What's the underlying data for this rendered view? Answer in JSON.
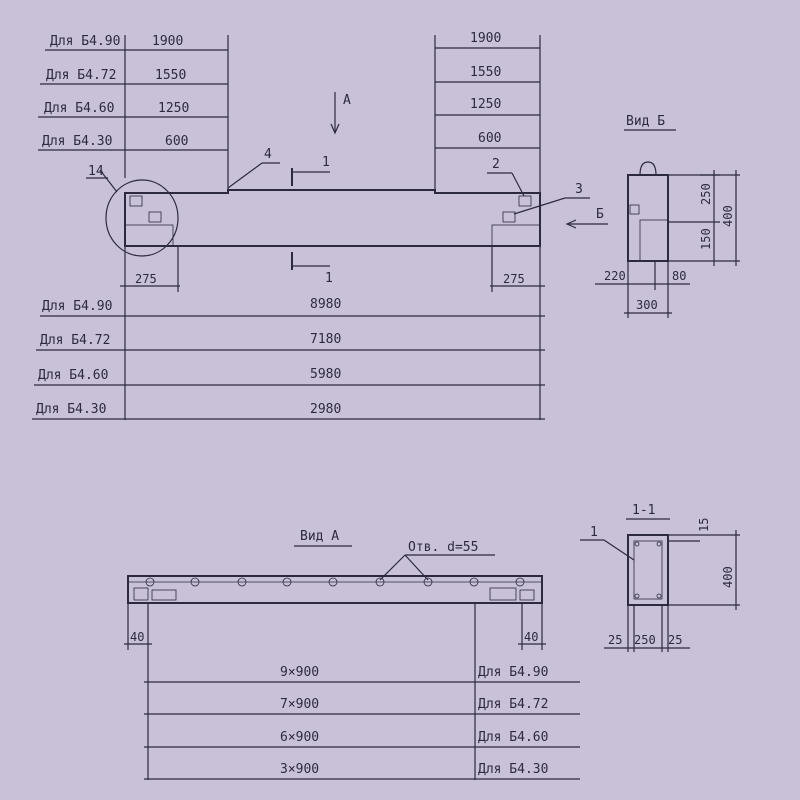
{
  "colors": {
    "paper": "#c9c1d8",
    "ink": "#2d2a40"
  },
  "top_dims": {
    "rows": [
      {
        "label": "Для Б4.90",
        "left": "1900",
        "right": "1900"
      },
      {
        "label": "Для Б4.72",
        "left": "1550",
        "right": "1550"
      },
      {
        "label": "Для Б4.60",
        "left": "1250",
        "right": "1250"
      },
      {
        "label": "Для Б4.30",
        "left": "600",
        "right": "600"
      }
    ]
  },
  "callouts": {
    "c14": "14",
    "c4": "4",
    "c1": "1",
    "c2": "2",
    "c3": "3",
    "cA": "А",
    "cB": "Б",
    "cut1": "1"
  },
  "end_dims": {
    "left": "275",
    "right": "275"
  },
  "lengths": [
    {
      "label": "Для Б4.90",
      "value": "8980"
    },
    {
      "label": "Для Б4.72",
      "value": "7180"
    },
    {
      "label": "Для Б4.60",
      "value": "5980"
    },
    {
      "label": "Для Б4.30",
      "value": "2980"
    }
  ],
  "view_b": {
    "title": "Вид Б",
    "d250": "250",
    "d150": "150",
    "d400": "400",
    "d220": "220",
    "d80": "80",
    "d300": "300"
  },
  "view_a": {
    "title": "Вид А",
    "holes": "Отв. d=55",
    "d40l": "40",
    "d40r": "40",
    "rows": [
      {
        "value": "9×900",
        "label": "Для Б4.90"
      },
      {
        "value": "7×900",
        "label": "Для Б4.72"
      },
      {
        "value": "6×900",
        "label": "Для Б4.60"
      },
      {
        "value": "3×900",
        "label": "Для Б4.30"
      }
    ]
  },
  "section": {
    "title": "1-1",
    "callout": "1",
    "d15": "15",
    "d400": "400",
    "d25l": "25",
    "d250": "250",
    "d25r": "25"
  }
}
